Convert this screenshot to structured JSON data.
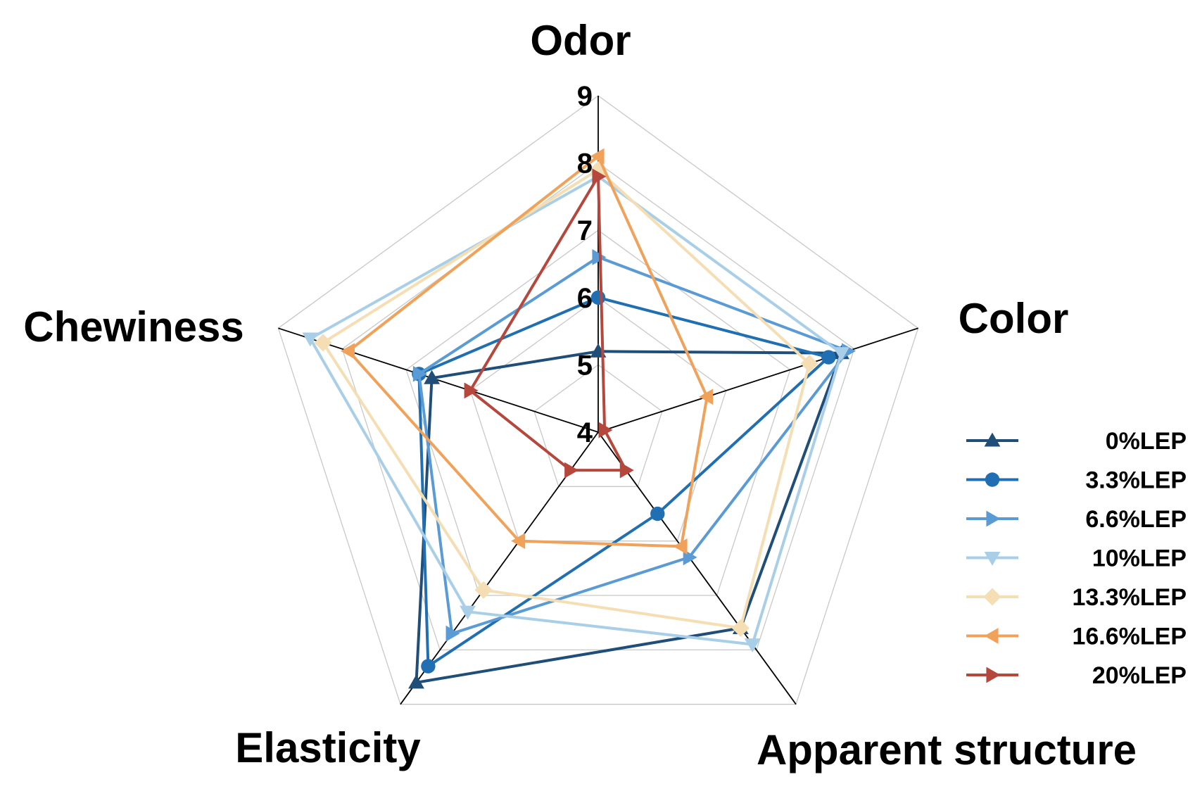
{
  "chart_data": {
    "type": "radar",
    "axes": [
      "Odor",
      "Color",
      "Apparent structure",
      "Elasticity",
      "Chewiness"
    ],
    "range": [
      4,
      9
    ],
    "ticks": [
      "4",
      "5",
      "6",
      "7",
      "8",
      "9"
    ],
    "grid": true,
    "legend_position": "right",
    "series": [
      {
        "name": "0%LEP",
        "marker": "triangle-up",
        "color": "#1f4e79",
        "values": [
          5.2,
          7.8,
          7.6,
          8.6,
          6.6
        ]
      },
      {
        "name": "3.3%LEP",
        "marker": "circle",
        "color": "#1f6fb2",
        "values": [
          6.0,
          7.6,
          5.5,
          8.3,
          6.8
        ]
      },
      {
        "name": "6.6%LEP",
        "marker": "triangle-right",
        "color": "#5b9bd5",
        "values": [
          6.6,
          7.9,
          6.3,
          7.7,
          6.8
        ]
      },
      {
        "name": "10%LEP",
        "marker": "triangle-down",
        "color": "#a9cfe8",
        "values": [
          7.8,
          7.8,
          7.9,
          7.3,
          8.5
        ]
      },
      {
        "name": "13.3%LEP",
        "marker": "diamond",
        "color": "#f5deb3",
        "values": [
          7.9,
          7.3,
          7.6,
          6.9,
          8.3
        ]
      },
      {
        "name": "16.6%LEP",
        "marker": "triangle-left",
        "color": "#f0a25a",
        "values": [
          8.1,
          5.7,
          6.1,
          6.0,
          7.9
        ]
      },
      {
        "name": "20%LEP",
        "marker": "triangle-right",
        "color": "#b5473c",
        "values": [
          7.8,
          4.1,
          4.7,
          4.7,
          6.0
        ]
      }
    ]
  }
}
